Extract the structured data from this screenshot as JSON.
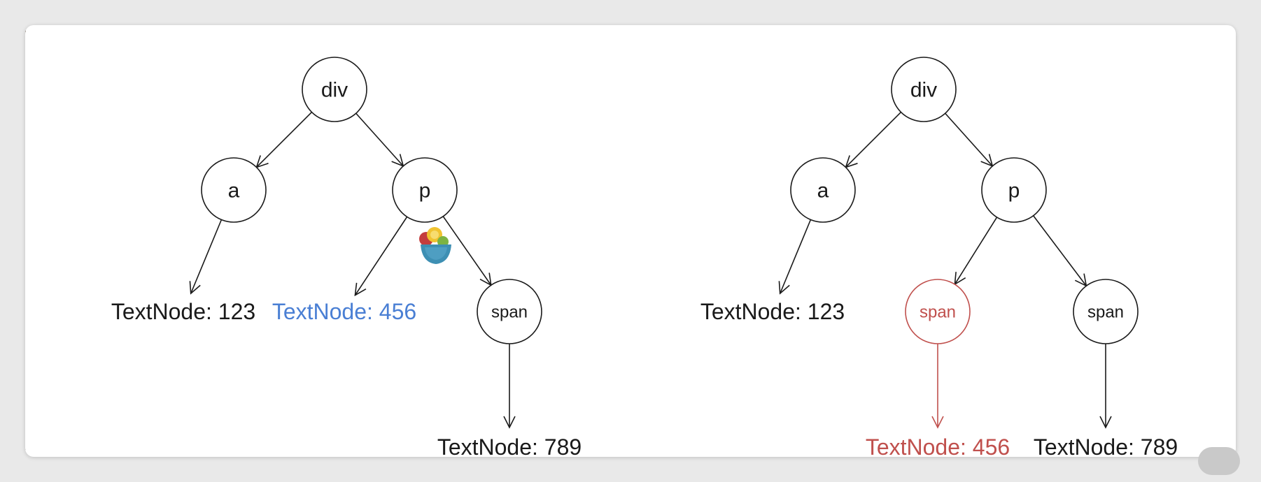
{
  "colors": {
    "default": "#1a1a1a",
    "highlight_blue": "#4a7fd4",
    "highlight_red": "#c0504d"
  },
  "trees": [
    {
      "nodes": [
        {
          "id": "div",
          "label": "div",
          "kind": "element",
          "color": "default"
        },
        {
          "id": "a",
          "label": "a",
          "kind": "element",
          "color": "default"
        },
        {
          "id": "p",
          "label": "p",
          "kind": "element",
          "color": "default"
        },
        {
          "id": "t123",
          "label": "TextNode: 123",
          "kind": "text",
          "color": "default"
        },
        {
          "id": "t456",
          "label": "TextNode: 456",
          "kind": "text",
          "color": "highlight_blue"
        },
        {
          "id": "span",
          "label": "span",
          "kind": "element",
          "color": "default"
        },
        {
          "id": "t789",
          "label": "TextNode: 789",
          "kind": "text",
          "color": "default"
        }
      ],
      "edges": [
        {
          "from": "div",
          "to": "a",
          "color": "default"
        },
        {
          "from": "div",
          "to": "p",
          "color": "default"
        },
        {
          "from": "a",
          "to": "t123",
          "color": "default"
        },
        {
          "from": "p",
          "to": "t456",
          "color": "default"
        },
        {
          "from": "p",
          "to": "span",
          "color": "default"
        },
        {
          "from": "span",
          "to": "t789",
          "color": "default"
        }
      ]
    },
    {
      "nodes": [
        {
          "id": "div",
          "label": "div",
          "kind": "element",
          "color": "default"
        },
        {
          "id": "a",
          "label": "a",
          "kind": "element",
          "color": "default"
        },
        {
          "id": "p",
          "label": "p",
          "kind": "element",
          "color": "default"
        },
        {
          "id": "t123",
          "label": "TextNode: 123",
          "kind": "text",
          "color": "default"
        },
        {
          "id": "span1",
          "label": "span",
          "kind": "element",
          "color": "highlight_red"
        },
        {
          "id": "span2",
          "label": "span",
          "kind": "element",
          "color": "default"
        },
        {
          "id": "t456",
          "label": "TextNode: 456",
          "kind": "text",
          "color": "highlight_red"
        },
        {
          "id": "t789",
          "label": "TextNode: 789",
          "kind": "text",
          "color": "default"
        }
      ],
      "edges": [
        {
          "from": "div",
          "to": "a",
          "color": "default"
        },
        {
          "from": "div",
          "to": "p",
          "color": "default"
        },
        {
          "from": "a",
          "to": "t123",
          "color": "default"
        },
        {
          "from": "p",
          "to": "span1",
          "color": "default"
        },
        {
          "from": "p",
          "to": "span2",
          "color": "default"
        },
        {
          "from": "span1",
          "to": "t456",
          "color": "highlight_red"
        },
        {
          "from": "span2",
          "to": "t789",
          "color": "default"
        }
      ]
    }
  ],
  "overlay_icon": "salad-bowl-icon"
}
